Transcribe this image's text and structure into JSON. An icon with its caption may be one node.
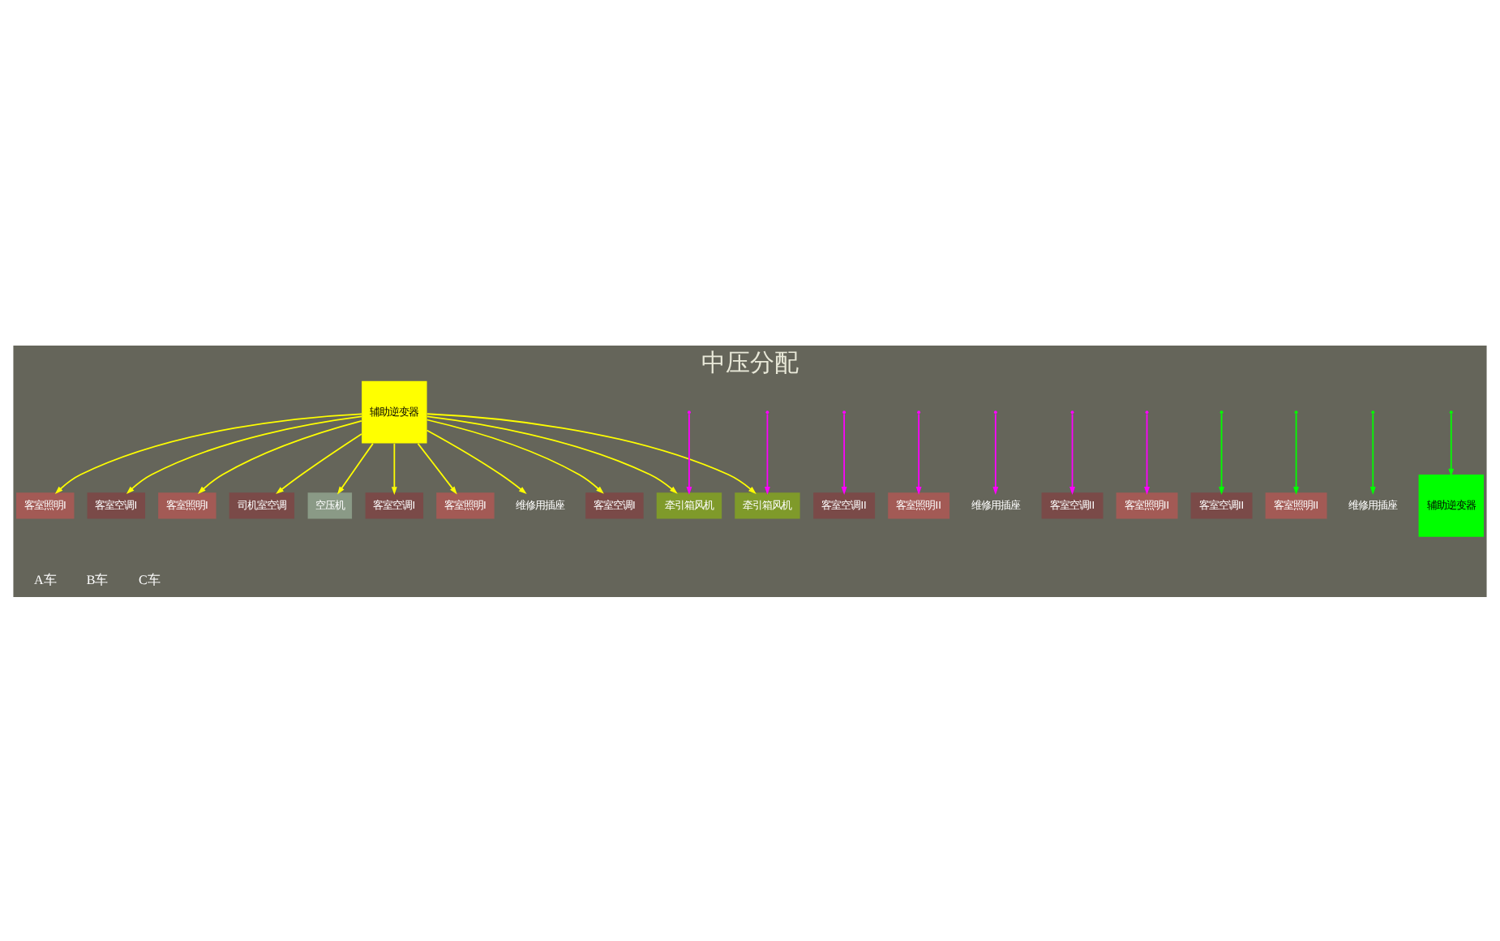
{
  "diagram": {
    "title": "中压分配",
    "nodes": [
      {
        "text": [
          "辅助逆变器"
        ]
      },
      {
        "text": [
          "客室空调II"
        ]
      },
      {
        "text": [
          "客室照明II"
        ]
      },
      {
        "text": [
          "司机室空调"
        ]
      },
      {
        "text": [
          "空压机"
        ]
      },
      {
        "text": [
          "客室空调I"
        ]
      },
      {
        "text": [
          "客室照明I"
        ]
      },
      {
        "text": [
          "维修用插座"
        ]
      },
      {
        "text": [
          "维修用插座"
        ]
      },
      {
        "text": [
          "客室空调II"
        ]
      },
      {
        "text": [
          "客室照明II"
        ]
      },
      {
        "text": [
          "牵引箱风机"
        ]
      },
      {
        "text": [
          "客室空调I"
        ]
      },
      {
        "text": [
          "客室照明I"
        ]
      },
      {
        "text": [
          "客室空调I"
        ]
      },
      {
        "text": [
          "客室照明I"
        ]
      },
      {
        "text": [
          "牵引箱风机"
        ]
      },
      {
        "text": [
          "客室空调II"
        ]
      },
      {
        "text": [
          "客室照明II"
        ]
      },
      {
        "text": [
          "维修用插座"
        ]
      },
      {
        "text": [
          "辅助逆变器"
        ]
      }
    ],
    "edges": [
      {
        "from": null,
        "to": 1,
        "arrow": "to",
        "color": "#ff00ff"
      },
      {
        "from": null,
        "to": 2,
        "arrow": "to",
        "color": "#ff00ff"
      },
      {
        "from": null,
        "to": 8,
        "arrow": "to",
        "color": "#ff00ff"
      },
      {
        "from": null,
        "to": 9,
        "arrow": "to",
        "color": "#ff00ff"
      },
      {
        "from": null,
        "to": 10,
        "arrow": "to",
        "color": "#ff00ff"
      },
      {
        "from": null,
        "to": 11,
        "arrow": "to",
        "color": "#ff00ff"
      },
      {
        "from": null,
        "to": 16,
        "arrow": "to",
        "color": "#ff00ff"
      },
      {
        "from": 0,
        "to": 3,
        "arrow": "to"
      },
      {
        "from": 0,
        "to": 4,
        "arrow": "to"
      },
      {
        "from": 0,
        "to": 5,
        "arrow": "to"
      },
      {
        "from": 0,
        "to": 6,
        "arrow": "to"
      },
      {
        "from": 0,
        "to": 7,
        "arrow": "to"
      },
      {
        "from": 0,
        "to": 12,
        "arrow": "to"
      },
      {
        "from": 0,
        "to": 13,
        "arrow": "to"
      },
      {
        "from": 0,
        "to": 11,
        "arrow": "to"
      },
      {
        "from": 0,
        "to": 14,
        "arrow": "to"
      },
      {
        "from": 0,
        "to": 15,
        "arrow": "to"
      },
      {
        "from": 0,
        "to": 16,
        "arrow": "to"
      },
      {
        "from": null,
        "to": 17,
        "arrow": "to",
        "color": "#00ff00"
      },
      {
        "from": null,
        "to": 18,
        "arrow": "to",
        "color": "#00ff00"
      },
      {
        "from": null,
        "to": 19,
        "arrow": "to",
        "color": "#00ff00"
      },
      {
        "from": null,
        "to": 20,
        "arrow": "to",
        "color": "#00ff00"
      }
    ],
    "labels": [
      "A车",
      "B车",
      "C车"
    ]
  }
}
